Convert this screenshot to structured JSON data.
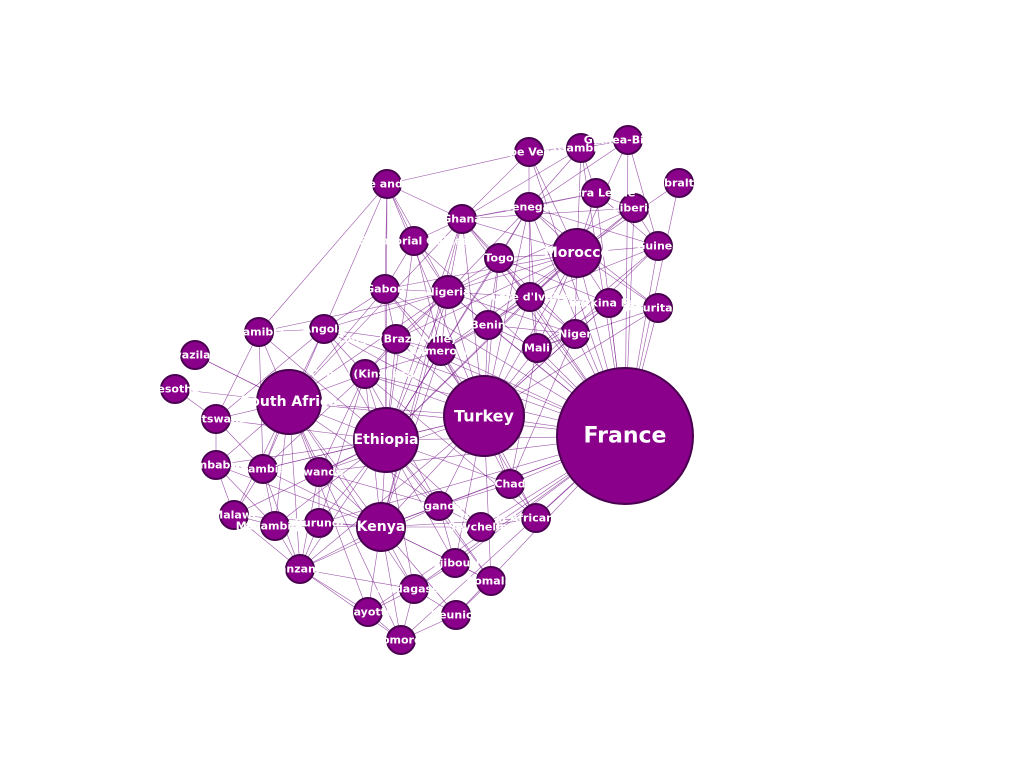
{
  "colors": {
    "node_fill": "#8b008b",
    "node_stroke": "#4a0050",
    "edge": "#7a1a8c",
    "label": "#ffffff",
    "background": "#ffffff"
  },
  "nodes": [
    {
      "id": "france",
      "label": "France",
      "weight": 10
    },
    {
      "id": "turkey",
      "label": "Turkey",
      "weight": 6
    },
    {
      "id": "ethiopia",
      "label": "Ethiopia",
      "weight": 5
    },
    {
      "id": "south-africa",
      "label": "South Africa",
      "weight": 5
    },
    {
      "id": "kenya",
      "label": "Kenya",
      "weight": 4.5
    },
    {
      "id": "morocco",
      "label": "Morocco",
      "weight": 4
    },
    {
      "id": "nigeria",
      "label": "Nigeria",
      "weight": 2.5
    },
    {
      "id": "cote-divoire",
      "label": "Cote d'Ivoire",
      "weight": 2.2
    },
    {
      "id": "senegal",
      "label": "Senegal",
      "weight": 2.2
    },
    {
      "id": "ghana",
      "label": "Ghana",
      "weight": 2
    },
    {
      "id": "togo",
      "label": "Togo",
      "weight": 2
    },
    {
      "id": "benin",
      "label": "Benin",
      "weight": 2
    },
    {
      "id": "mali",
      "label": "Mali",
      "weight": 2
    },
    {
      "id": "niger",
      "label": "Niger",
      "weight": 2
    },
    {
      "id": "burkina",
      "label": "Burkina Faso",
      "weight": 2
    },
    {
      "id": "mauritania",
      "label": "Mauritania",
      "weight": 2
    },
    {
      "id": "guinea",
      "label": "Guinea",
      "weight": 2
    },
    {
      "id": "liberia",
      "label": "Liberia",
      "weight": 2
    },
    {
      "id": "sierra-leone",
      "label": "Sierra Leone",
      "weight": 2
    },
    {
      "id": "gambia",
      "label": "Gambia",
      "weight": 2
    },
    {
      "id": "guinea-bissau",
      "label": "Guinea-Bissau",
      "weight": 2
    },
    {
      "id": "gibraltar",
      "label": "Gibraltar",
      "weight": 2
    },
    {
      "id": "cape-verde",
      "label": "Cape Verde",
      "weight": 2
    },
    {
      "id": "sao-tome",
      "label": "Sao Tome and Principe",
      "weight": 2
    },
    {
      "id": "equatorial-guinea",
      "label": "Equatorial Guinea",
      "weight": 2
    },
    {
      "id": "gabon",
      "label": "Gabon",
      "weight": 2
    },
    {
      "id": "cameroon",
      "label": "Cameroon",
      "weight": 2
    },
    {
      "id": "congo-brazzaville",
      "label": "Congo (Brazzaville)",
      "weight": 2
    },
    {
      "id": "congo-kinshasa",
      "label": "Congo (Kinshasa)",
      "weight": 2
    },
    {
      "id": "angola",
      "label": "Angola",
      "weight": 2
    },
    {
      "id": "namibia",
      "label": "Namibia",
      "weight": 2
    },
    {
      "id": "swaziland",
      "label": "Swaziland",
      "weight": 2
    },
    {
      "id": "lesotho",
      "label": "Lesotho",
      "weight": 2
    },
    {
      "id": "botswana",
      "label": "Botswana",
      "weight": 2
    },
    {
      "id": "zimbabwe",
      "label": "Zimbabwe",
      "weight": 2
    },
    {
      "id": "zambia",
      "label": "Zambia",
      "weight": 2
    },
    {
      "id": "rwanda",
      "label": "Rwanda",
      "weight": 2
    },
    {
      "id": "malawi",
      "label": "Malawi",
      "weight": 2
    },
    {
      "id": "mozambique",
      "label": "Mozambique",
      "weight": 2
    },
    {
      "id": "burundi",
      "label": "Burundi",
      "weight": 2
    },
    {
      "id": "tanzania",
      "label": "Tanzania",
      "weight": 2
    },
    {
      "id": "uganda",
      "label": "Uganda",
      "weight": 2
    },
    {
      "id": "chad",
      "label": "Chad",
      "weight": 2
    },
    {
      "id": "car",
      "label": "Central African Republic",
      "weight": 2
    },
    {
      "id": "seychelles",
      "label": "Seychelles",
      "weight": 2
    },
    {
      "id": "djibouti",
      "label": "Djibouti",
      "weight": 2
    },
    {
      "id": "somalia",
      "label": "Somalia",
      "weight": 2
    },
    {
      "id": "madagascar",
      "label": "Madagascar",
      "weight": 2
    },
    {
      "id": "mayotte",
      "label": "Mayotte",
      "weight": 2
    },
    {
      "id": "reunion",
      "label": "Reunion",
      "weight": 2
    },
    {
      "id": "comoros",
      "label": "Comoros",
      "weight": 2
    }
  ],
  "edges": [
    [
      "france",
      "turkey"
    ],
    [
      "france",
      "ethiopia"
    ],
    [
      "france",
      "kenya"
    ],
    [
      "france",
      "morocco"
    ],
    [
      "france",
      "south-africa"
    ],
    [
      "france",
      "nigeria"
    ],
    [
      "france",
      "cote-divoire"
    ],
    [
      "france",
      "senegal"
    ],
    [
      "france",
      "ghana"
    ],
    [
      "france",
      "togo"
    ],
    [
      "france",
      "benin"
    ],
    [
      "france",
      "mali"
    ],
    [
      "france",
      "niger"
    ],
    [
      "france",
      "burkina"
    ],
    [
      "france",
      "mauritania"
    ],
    [
      "france",
      "guinea"
    ],
    [
      "france",
      "liberia"
    ],
    [
      "france",
      "sierra-leone"
    ],
    [
      "france",
      "gambia"
    ],
    [
      "france",
      "guinea-bissau"
    ],
    [
      "france",
      "gibraltar"
    ],
    [
      "france",
      "cape-verde"
    ],
    [
      "france",
      "gabon"
    ],
    [
      "france",
      "cameroon"
    ],
    [
      "france",
      "congo-brazzaville"
    ],
    [
      "france",
      "congo-kinshasa"
    ],
    [
      "france",
      "chad"
    ],
    [
      "france",
      "car"
    ],
    [
      "france",
      "seychelles"
    ],
    [
      "france",
      "djibouti"
    ],
    [
      "france",
      "madagascar"
    ],
    [
      "france",
      "reunion"
    ],
    [
      "france",
      "mayotte"
    ],
    [
      "france",
      "comoros"
    ],
    [
      "france",
      "uganda"
    ],
    [
      "france",
      "angola"
    ],
    [
      "france",
      "equatorial-guinea"
    ],
    [
      "france",
      "rwanda"
    ],
    [
      "france",
      "burundi"
    ],
    [
      "turkey",
      "ethiopia"
    ],
    [
      "turkey",
      "kenya"
    ],
    [
      "turkey",
      "south-africa"
    ],
    [
      "turkey",
      "morocco"
    ],
    [
      "turkey",
      "nigeria"
    ],
    [
      "turkey",
      "cote-divoire"
    ],
    [
      "turkey",
      "senegal"
    ],
    [
      "turkey",
      "ghana"
    ],
    [
      "turkey",
      "togo"
    ],
    [
      "turkey",
      "benin"
    ],
    [
      "turkey",
      "mali"
    ],
    [
      "turkey",
      "niger"
    ],
    [
      "turkey",
      "burkina"
    ],
    [
      "turkey",
      "cameroon"
    ],
    [
      "turkey",
      "congo-kinshasa"
    ],
    [
      "turkey",
      "congo-brazzaville"
    ],
    [
      "turkey",
      "gabon"
    ],
    [
      "turkey",
      "chad"
    ],
    [
      "turkey",
      "car"
    ],
    [
      "turkey",
      "uganda"
    ],
    [
      "turkey",
      "tanzania"
    ],
    [
      "turkey",
      "rwanda"
    ],
    [
      "turkey",
      "djibouti"
    ],
    [
      "turkey",
      "somalia"
    ],
    [
      "turkey",
      "angola"
    ],
    [
      "turkey",
      "zambia"
    ],
    [
      "turkey",
      "mauritania"
    ],
    [
      "turkey",
      "guinea"
    ],
    [
      "turkey",
      "sao-tome"
    ],
    [
      "ethiopia",
      "kenya"
    ],
    [
      "ethiopia",
      "south-africa"
    ],
    [
      "ethiopia",
      "nigeria"
    ],
    [
      "ethiopia",
      "ghana"
    ],
    [
      "ethiopia",
      "uganda"
    ],
    [
      "ethiopia",
      "tanzania"
    ],
    [
      "ethiopia",
      "rwanda"
    ],
    [
      "ethiopia",
      "burundi"
    ],
    [
      "ethiopia",
      "djibouti"
    ],
    [
      "ethiopia",
      "somalia"
    ],
    [
      "ethiopia",
      "zambia"
    ],
    [
      "ethiopia",
      "zimbabwe"
    ],
    [
      "ethiopia",
      "malawi"
    ],
    [
      "ethiopia",
      "mozambique"
    ],
    [
      "ethiopia",
      "congo-kinshasa"
    ],
    [
      "ethiopia",
      "congo-brazzaville"
    ],
    [
      "ethiopia",
      "cameroon"
    ],
    [
      "ethiopia",
      "angola"
    ],
    [
      "ethiopia",
      "chad"
    ],
    [
      "ethiopia",
      "sao-tome"
    ],
    [
      "ethiopia",
      "gabon"
    ],
    [
      "ethiopia",
      "equatorial-guinea"
    ],
    [
      "ethiopia",
      "togo"
    ],
    [
      "ethiopia",
      "cote-divoire"
    ],
    [
      "ethiopia",
      "senegal"
    ],
    [
      "ethiopia",
      "madagascar"
    ],
    [
      "ethiopia",
      "seychelles"
    ],
    [
      "ethiopia",
      "botswana"
    ],
    [
      "ethiopia",
      "namibia"
    ],
    [
      "ethiopia",
      "morocco"
    ],
    [
      "south-africa",
      "kenya"
    ],
    [
      "south-africa",
      "namibia"
    ],
    [
      "south-africa",
      "botswana"
    ],
    [
      "south-africa",
      "zimbabwe"
    ],
    [
      "south-africa",
      "zambia"
    ],
    [
      "south-africa",
      "mozambique"
    ],
    [
      "south-africa",
      "malawi"
    ],
    [
      "south-africa",
      "lesotho"
    ],
    [
      "south-africa",
      "swaziland"
    ],
    [
      "south-africa",
      "angola"
    ],
    [
      "south-africa",
      "tanzania"
    ],
    [
      "south-africa",
      "congo-kinshasa"
    ],
    [
      "south-africa",
      "nigeria"
    ],
    [
      "south-africa",
      "ghana"
    ],
    [
      "south-africa",
      "rwanda"
    ],
    [
      "south-africa",
      "uganda"
    ],
    [
      "south-africa",
      "madagascar"
    ],
    [
      "south-africa",
      "mayotte"
    ],
    [
      "south-africa",
      "comoros"
    ],
    [
      "south-africa",
      "gabon"
    ],
    [
      "kenya",
      "uganda"
    ],
    [
      "kenya",
      "tanzania"
    ],
    [
      "kenya",
      "rwanda"
    ],
    [
      "kenya",
      "burundi"
    ],
    [
      "kenya",
      "somalia"
    ],
    [
      "kenya",
      "djibouti"
    ],
    [
      "kenya",
      "seychelles"
    ],
    [
      "kenya",
      "madagascar"
    ],
    [
      "kenya",
      "comoros"
    ],
    [
      "kenya",
      "mayotte"
    ],
    [
      "kenya",
      "reunion"
    ],
    [
      "kenya",
      "zambia"
    ],
    [
      "kenya",
      "zimbabwe"
    ],
    [
      "kenya",
      "malawi"
    ],
    [
      "kenya",
      "mozambique"
    ],
    [
      "kenya",
      "congo-kinshasa"
    ],
    [
      "kenya",
      "nigeria"
    ],
    [
      "kenya",
      "ghana"
    ],
    [
      "kenya",
      "cameroon"
    ],
    [
      "kenya",
      "car"
    ],
    [
      "morocco",
      "senegal"
    ],
    [
      "morocco",
      "mauritania"
    ],
    [
      "morocco",
      "mali"
    ],
    [
      "morocco",
      "cote-divoire"
    ],
    [
      "morocco",
      "guinea"
    ],
    [
      "morocco",
      "gabon"
    ],
    [
      "morocco",
      "cameroon"
    ],
    [
      "morocco",
      "niger"
    ],
    [
      "morocco",
      "burkina"
    ],
    [
      "morocco",
      "togo"
    ],
    [
      "morocco",
      "benin"
    ],
    [
      "morocco",
      "ghana"
    ],
    [
      "morocco",
      "nigeria"
    ],
    [
      "morocco",
      "liberia"
    ],
    [
      "morocco",
      "sierra-leone"
    ],
    [
      "morocco",
      "gambia"
    ],
    [
      "morocco",
      "guinea-bissau"
    ],
    [
      "morocco",
      "cape-verde"
    ],
    [
      "morocco",
      "gibraltar"
    ],
    [
      "morocco",
      "congo-brazzaville"
    ],
    [
      "nigeria",
      "ghana"
    ],
    [
      "nigeria",
      "togo"
    ],
    [
      "nigeria",
      "benin"
    ],
    [
      "nigeria",
      "cameroon"
    ],
    [
      "nigeria",
      "niger"
    ],
    [
      "nigeria",
      "gabon"
    ],
    [
      "nigeria",
      "equatorial-guinea"
    ],
    [
      "nigeria",
      "sao-tome"
    ],
    [
      "nigeria",
      "congo-brazzaville"
    ],
    [
      "nigeria",
      "congo-kinshasa"
    ],
    [
      "nigeria",
      "angola"
    ],
    [
      "nigeria",
      "namibia"
    ],
    [
      "nigeria",
      "cote-divoire"
    ],
    [
      "nigeria",
      "senegal"
    ],
    [
      "nigeria",
      "liberia"
    ],
    [
      "cote-divoire",
      "ghana"
    ],
    [
      "cote-divoire",
      "senegal"
    ],
    [
      "cote-divoire",
      "mali"
    ],
    [
      "cote-divoire",
      "burkina"
    ],
    [
      "cote-divoire",
      "guinea"
    ],
    [
      "cote-divoire",
      "liberia"
    ],
    [
      "cote-divoire",
      "togo"
    ],
    [
      "cote-divoire",
      "benin"
    ],
    [
      "cote-divoire",
      "niger"
    ],
    [
      "cote-divoire",
      "cameroon"
    ],
    [
      "senegal",
      "gambia"
    ],
    [
      "senegal",
      "guinea-bissau"
    ],
    [
      "senegal",
      "cape-verde"
    ],
    [
      "senegal",
      "mali"
    ],
    [
      "senegal",
      "mauritania"
    ],
    [
      "senegal",
      "guinea"
    ],
    [
      "senegal",
      "ghana"
    ],
    [
      "senegal",
      "sierra-leone"
    ],
    [
      "senegal",
      "togo"
    ],
    [
      "ghana",
      "togo"
    ],
    [
      "ghana",
      "sao-tome"
    ],
    [
      "ghana",
      "equatorial-guinea"
    ],
    [
      "ghana",
      "liberia"
    ],
    [
      "ghana",
      "sierra-leone"
    ],
    [
      "ghana",
      "cape-verde"
    ],
    [
      "ghana",
      "gambia"
    ],
    [
      "togo",
      "benin"
    ],
    [
      "togo",
      "burkina"
    ],
    [
      "togo",
      "niger"
    ],
    [
      "benin",
      "niger"
    ],
    [
      "benin",
      "mali"
    ],
    [
      "benin",
      "cameroon"
    ],
    [
      "mali",
      "niger"
    ],
    [
      "mali",
      "burkina"
    ],
    [
      "mali",
      "mauritania"
    ],
    [
      "mali",
      "chad"
    ],
    [
      "niger",
      "chad"
    ],
    [
      "niger",
      "burkina"
    ],
    [
      "burkina",
      "mauritania"
    ],
    [
      "guinea",
      "liberia"
    ],
    [
      "guinea",
      "sierra-leone"
    ],
    [
      "guinea",
      "guinea-bissau"
    ],
    [
      "guinea",
      "mali"
    ],
    [
      "liberia",
      "sierra-leone"
    ],
    [
      "gambia",
      "guinea-bissau"
    ],
    [
      "gambia",
      "cape-verde"
    ],
    [
      "guinea-bissau",
      "cape-verde"
    ],
    [
      "sierra-leone",
      "gambia"
    ],
    [
      "sao-tome",
      "equatorial-guinea"
    ],
    [
      "sao-tome",
      "gabon"
    ],
    [
      "sao-tome",
      "cape-verde"
    ],
    [
      "sao-tome",
      "angola"
    ],
    [
      "sao-tome",
      "namibia"
    ],
    [
      "equatorial-guinea",
      "gabon"
    ],
    [
      "equatorial-guinea",
      "cameroon"
    ],
    [
      "gabon",
      "cameroon"
    ],
    [
      "gabon",
      "congo-brazzaville"
    ],
    [
      "gabon",
      "angola"
    ],
    [
      "cameroon",
      "congo-brazzaville"
    ],
    [
      "cameroon",
      "chad"
    ],
    [
      "cameroon",
      "car"
    ],
    [
      "cameroon",
      "congo-kinshasa"
    ],
    [
      "congo-brazzaville",
      "congo-kinshasa"
    ],
    [
      "congo-brazzaville",
      "angola"
    ],
    [
      "congo-kinshasa",
      "angola"
    ],
    [
      "congo-kinshasa",
      "rwanda"
    ],
    [
      "congo-kinshasa",
      "burundi"
    ],
    [
      "congo-kinshasa",
      "zambia"
    ],
    [
      "congo-kinshasa",
      "uganda"
    ],
    [
      "congo-kinshasa",
      "car"
    ],
    [
      "angola",
      "namibia"
    ],
    [
      "angola",
      "zambia"
    ],
    [
      "angola",
      "botswana"
    ],
    [
      "namibia",
      "botswana"
    ],
    [
      "namibia",
      "zambia"
    ],
    [
      "swaziland",
      "south-africa"
    ],
    [
      "lesotho",
      "botswana"
    ],
    [
      "botswana",
      "zimbabwe"
    ],
    [
      "botswana",
      "zambia"
    ],
    [
      "zimbabwe",
      "zambia"
    ],
    [
      "zimbabwe",
      "mozambique"
    ],
    [
      "zimbabwe",
      "malawi"
    ],
    [
      "zambia",
      "malawi"
    ],
    [
      "zambia",
      "tanzania"
    ],
    [
      "zambia",
      "mozambique"
    ],
    [
      "malawi",
      "mozambique"
    ],
    [
      "malawi",
      "tanzania"
    ],
    [
      "mozambique",
      "tanzania"
    ],
    [
      "rwanda",
      "burundi"
    ],
    [
      "rwanda",
      "uganda"
    ],
    [
      "rwanda",
      "tanzania"
    ],
    [
      "burundi",
      "tanzania"
    ],
    [
      "uganda",
      "tanzania"
    ],
    [
      "tanzania",
      "comoros"
    ],
    [
      "tanzania",
      "mayotte"
    ],
    [
      "tanzania",
      "madagascar"
    ],
    [
      "uganda",
      "chad"
    ],
    [
      "chad",
      "car"
    ],
    [
      "car",
      "seychelles"
    ],
    [
      "djibouti",
      "somalia"
    ],
    [
      "djibouti",
      "madagascar"
    ],
    [
      "djibouti",
      "uganda"
    ],
    [
      "madagascar",
      "reunion"
    ],
    [
      "madagascar",
      "comoros"
    ],
    [
      "madagascar",
      "mayotte"
    ],
    [
      "mayotte",
      "comoros"
    ],
    [
      "reunion",
      "comoros"
    ],
    [
      "reunion",
      "somalia"
    ],
    [
      "seychelles",
      "uganda"
    ],
    [
      "somalia",
      "uganda"
    ]
  ]
}
